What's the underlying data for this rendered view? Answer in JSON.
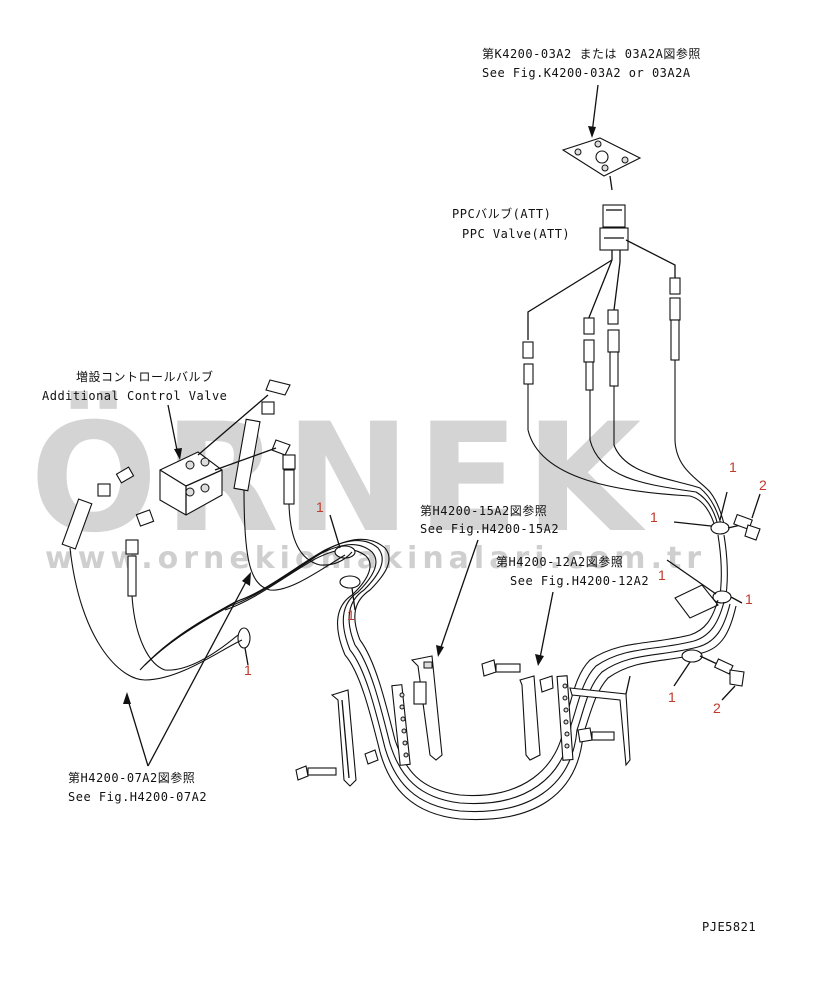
{
  "watermark": {
    "brand": "ÖRNEK",
    "url": "www.ornekiomakinalari.com.tr"
  },
  "callouts": {
    "ref_k4200_jp": "第K4200-03A2 または 03A2A図参照",
    "ref_k4200_en": "See Fig.K4200-03A2 or 03A2A",
    "ppc_valve_jp": "PPCバルブ(ATT)",
    "ppc_valve_en": "PPC Valve(ATT)",
    "add_valve_jp": "増設コントロールバルブ",
    "add_valve_en": "Additional Control Valve",
    "ref_h4200_15_jp": "第H4200-15A2図参照",
    "ref_h4200_15_en": "See Fig.H4200-15A2",
    "ref_h4200_12_jp": "第H4200-12A2図参照",
    "ref_h4200_12_en": "See Fig.H4200-12A2",
    "ref_h4200_07_jp": "第H4200-07A2図参照",
    "ref_h4200_07_en": "See Fig.H4200-07A2"
  },
  "part_numbers": {
    "n1a": "1",
    "n1b": "1",
    "n1c": "1",
    "n1d": "1",
    "n1e": "1",
    "n1f": "1",
    "n1g": "1",
    "n1h": "1",
    "n2a": "2",
    "n2b": "2"
  },
  "drawing_code": "PJE5821"
}
